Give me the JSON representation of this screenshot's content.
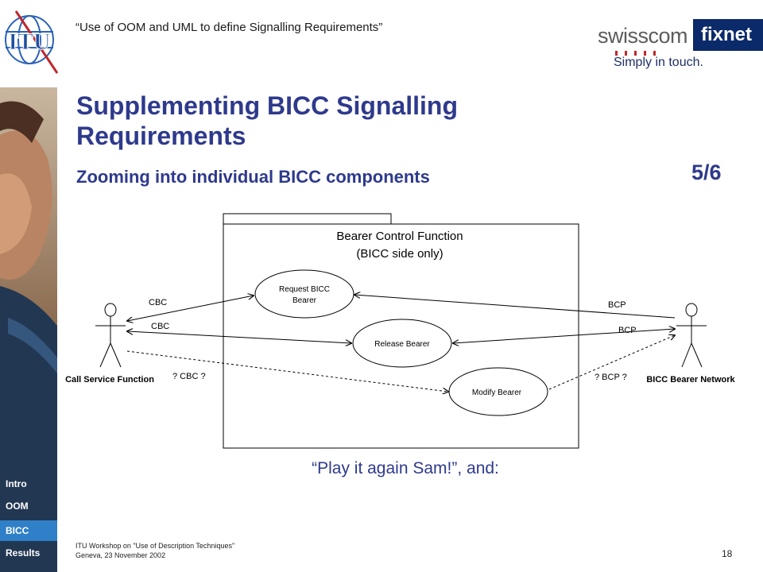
{
  "header": {
    "title": "“Use of OOM and UML to define Signalling Requirements”",
    "logo_text": "ITU"
  },
  "brand": {
    "name": "swisscom",
    "badge": "fixnet",
    "tagline": "Simply in touch."
  },
  "slide": {
    "title": "Supplementing BICC Signalling Requirements",
    "subtitle": "Zooming into individual BICC components",
    "page_indicator": "5/6",
    "caption": "“Play it again Sam!”, and:"
  },
  "diagram": {
    "package_line1": "Bearer Control Function",
    "package_line2": "(BICC side only)",
    "actors": {
      "left": "Call Service Function",
      "right": "BICC Bearer Network"
    },
    "use_cases": {
      "request_line1": "Request BICC",
      "request_line2": "Bearer",
      "release": "Release Bearer",
      "modify": "Modify Bearer"
    },
    "labels": {
      "cbc_1": "CBC",
      "cbc_2": "CBC",
      "cbc_3": "? CBC ?",
      "bcp_1": "BCP",
      "bcp_2": "BCP",
      "bcp_3": "? BCP ?"
    }
  },
  "sidebar": {
    "items": [
      "Intro",
      "OOM",
      "BICC",
      "Results"
    ],
    "active": "BICC"
  },
  "footer": {
    "line1": "ITU Workshop on \"Use of Description Techniques\"",
    "line2": "Geneva, 23 November 2002",
    "slide_number": "18"
  },
  "colors": {
    "title": "#2e3a8c",
    "active_nav": "#2f80c8",
    "brand_box": "#0b2a6a"
  }
}
